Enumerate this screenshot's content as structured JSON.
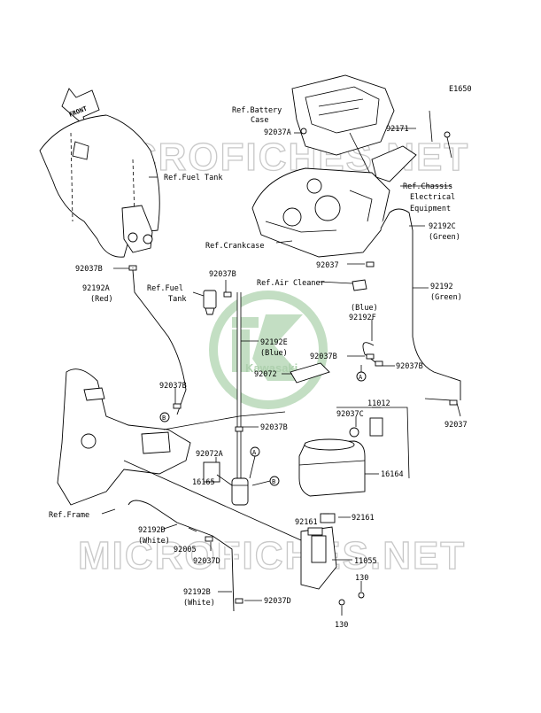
{
  "diagram_code": "E1650",
  "front_arrow": "FRONT",
  "logo_text": "Kawasaki",
  "watermarks": [
    "MICROFICHES.NET",
    "MICROFICHES.NET"
  ],
  "labels": {
    "ref_battery_case": [
      "Ref.Battery",
      "Case"
    ],
    "p92037A": "92037A",
    "p92171": "92171",
    "ref_chassis": [
      "Ref.Chassis",
      "Electrical",
      "Equipment"
    ],
    "ref_fuel_tank_top": "Ref.Fuel Tank",
    "ref_crankcase": "Ref.Crankcase",
    "p92192C": [
      "92192C",
      "(Green)"
    ],
    "p92037B_a": "92037B",
    "p92037_a": "92037",
    "p92037B_b": "92037B",
    "p92192A": [
      "92192A",
      "(Red)"
    ],
    "ref_fuel_tank_small": [
      "Ref.Fuel",
      "Tank"
    ],
    "ref_air_cleaner": "Ref.Air Cleaner",
    "p92192": [
      "92192",
      "(Green)"
    ],
    "p92192F": [
      "(Blue)",
      "92192F"
    ],
    "p92192E": [
      "92192E",
      "(Blue)"
    ],
    "p92037B_c": "92037B",
    "p92037B_d": "92037B",
    "p92072": "92072",
    "p92037B_e": "92037B",
    "p92037_b": "92037",
    "p11012": "11012",
    "p92037C": "92037C",
    "p92037B_f": "92037B",
    "p92072A": "92072A",
    "p16165": "16165",
    "p16164": "16164",
    "ref_frame": "Ref.Frame",
    "p92161_a": "92161",
    "p92161_b": "92161",
    "p92192D": [
      "92192D",
      "(White)"
    ],
    "p92005": "92005",
    "p92037D_a": "92037D",
    "p11055": "11055",
    "p130_a": "130",
    "p92192B": [
      "92192B",
      "(White)"
    ],
    "p92037D_b": "92037D",
    "p130_b": "130"
  },
  "callouts": {
    "A": "A",
    "B": "B"
  }
}
